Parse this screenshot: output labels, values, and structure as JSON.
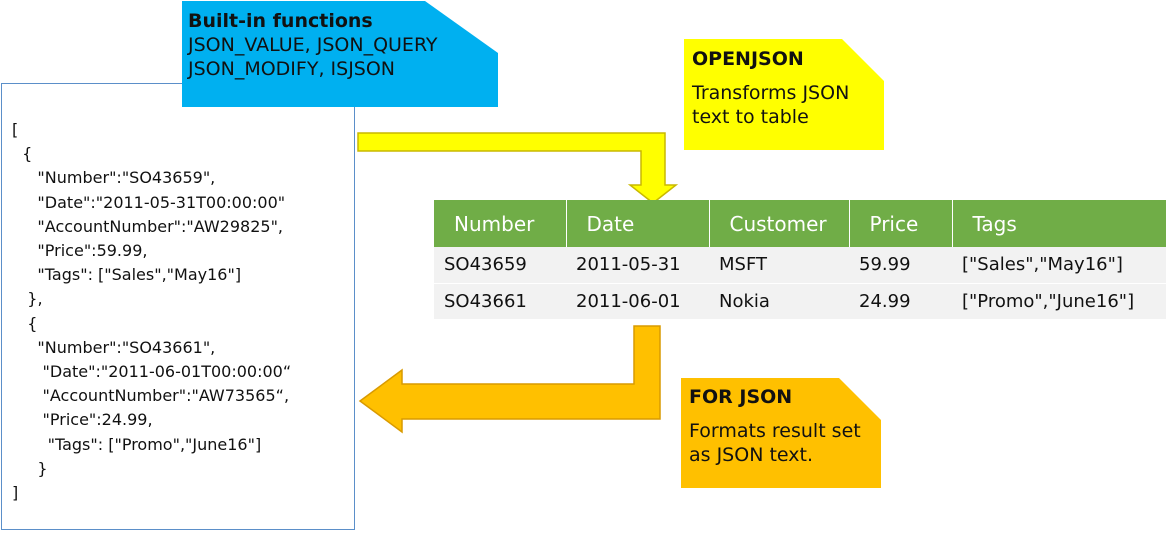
{
  "colors": {
    "builtin_bg": "#00b0f0",
    "openjson_bg": "#ffff00",
    "forjson_bg": "#ffc000",
    "table_header": "#70ad47",
    "arrow_yellow": "#ffff00",
    "arrow_orange": "#ffc000",
    "json_box_border": "#5b8fc9"
  },
  "json_lines": [
    "[",
    "  {",
    "     \"Number\":\"SO43659\",",
    "     \"Date\":\"2011-05-31T00:00:00\"",
    "     \"AccountNumber\":\"AW29825\",",
    "     \"Price\":59.99,",
    "     \"Tags\": [\"Sales\",\"May16\"]",
    "   },",
    "   {",
    "     \"Number\":\"SO43661\",",
    "      \"Date\":\"2011-06-01T00:00:00“",
    "      \"AccountNumber\":\"AW73565“,",
    "      \"Price\":24.99,",
    "       \"Tags\": [\"Promo\",\"June16\"]",
    "     }",
    "]"
  ],
  "builtin": {
    "title": "Built-in functions",
    "line1": "JSON_VALUE, JSON_QUERY",
    "line2": "JSON_MODIFY, ISJSON"
  },
  "openjson": {
    "title": "OPENJSON",
    "line1": "Transforms JSON",
    "line2": "text to table"
  },
  "forjson": {
    "title": "FOR JSON",
    "line1": "Formats result set",
    "line2": "as JSON text."
  },
  "table": {
    "headers": [
      "Number",
      "Date",
      "Customer",
      "Price",
      "Tags"
    ],
    "rows": [
      [
        "SO43659",
        "2011-05-31",
        "MSFT",
        "59.99",
        "[\"Sales\",\"May16\"]"
      ],
      [
        "SO43661",
        "2011-06-01",
        "Nokia",
        "24.99",
        "[\"Promo\",\"June16\"]"
      ]
    ]
  }
}
